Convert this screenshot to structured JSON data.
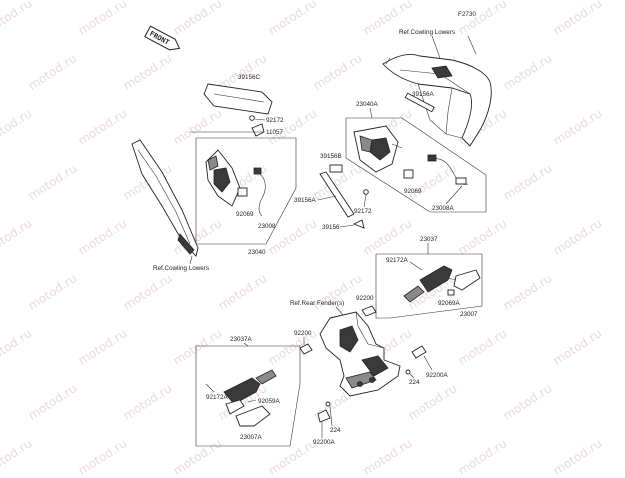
{
  "diagram": {
    "figure_code": "F2730",
    "front_marker": "FRONT",
    "watermark_text": "motod.ru",
    "labels": {
      "ref_cowling_lowers_top": "Ref.Cowling Lowers",
      "ref_cowling_lowers_left": "Ref.Cowling Lowers",
      "ref_rear_fender": "Ref.Rear Fender(s)",
      "p39156C": "39156C",
      "p92172_top": "92172",
      "p11057": "11057",
      "p92069_left": "92069",
      "p23008": "23008",
      "p23040": "23040",
      "p23040A": "23040A",
      "p39156A_top": "39156A",
      "p39156B": "39156B",
      "p39156A_mid": "39156A",
      "p92172_mid": "92172",
      "p39156": "39156",
      "p92069_right": "92069",
      "p23008A": "23008A",
      "p23037": "23037",
      "p92172A_right": "92172A",
      "p92069A_right": "92069A",
      "p23007": "23007",
      "p92200_right": "92200",
      "p92200_left": "92200",
      "p23037A": "23037A",
      "p92172A_left": "92172A",
      "p92059A": "92059A",
      "p23007A": "23007A",
      "p92200A_right": "92200A",
      "p224_right": "224",
      "p224_bottom": "224",
      "p92200A_bottom": "92200A"
    }
  }
}
